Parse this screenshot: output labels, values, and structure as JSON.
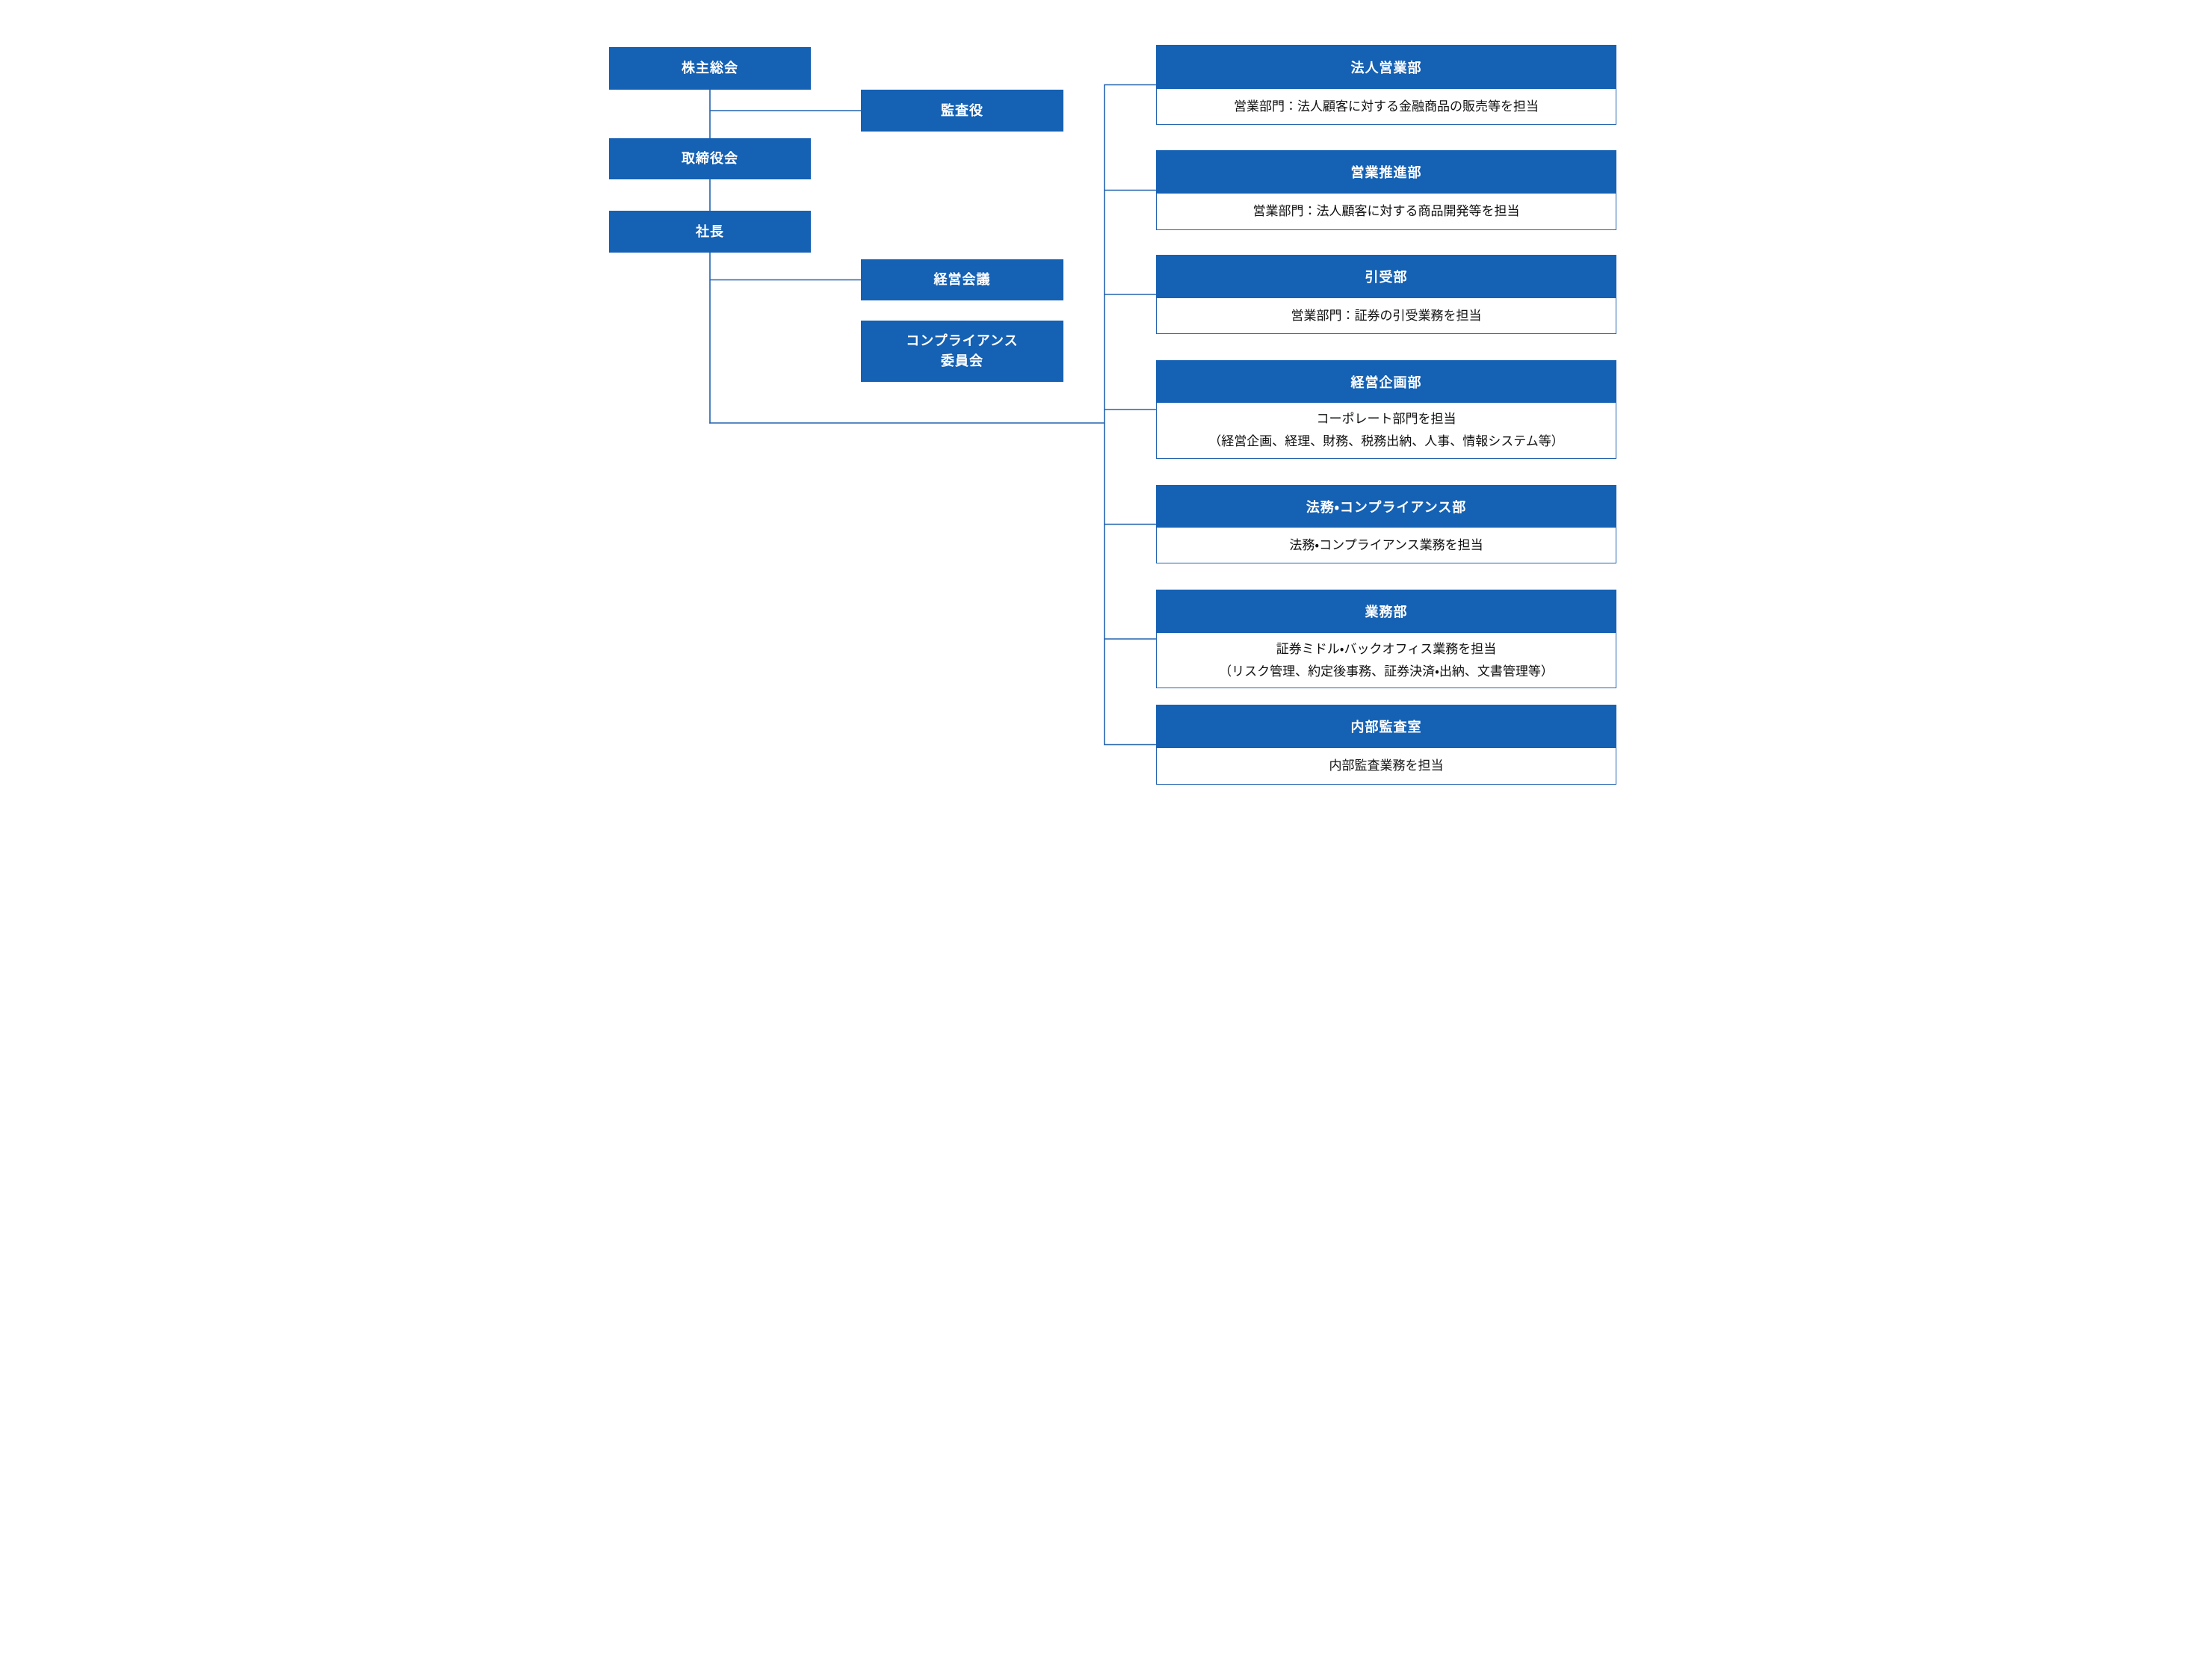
{
  "colors": {
    "box_fill": "#1561b4",
    "line": "#2363ad",
    "header_text": "#ffffff",
    "desc_text": "#111111",
    "background": "#ffffff"
  },
  "governance": {
    "shareholders": {
      "label": "株主総会"
    },
    "auditor": {
      "label": "監査役"
    },
    "board": {
      "label": "取締役会"
    },
    "president": {
      "label": "社長"
    },
    "management_meeting": {
      "label": "経営会議"
    },
    "compliance_committee": {
      "label_line1": "コンプライアンス",
      "label_line2": "委員会"
    }
  },
  "departments": [
    {
      "name": "法人営業部",
      "desc_line1": "営業部門：法人顧客に対する金融商品の販売等を担当"
    },
    {
      "name": "営業推進部",
      "desc_line1": "営業部門：法人顧客に対する商品開発等を担当"
    },
    {
      "name": "引受部",
      "desc_line1": "営業部門：証券の引受業務を担当"
    },
    {
      "name": "経営企画部",
      "desc_line1": "コーポレート部門を担当",
      "desc_line2": "（経営企画、経理、財務、税務出納、人事、情報システム等）"
    },
    {
      "name": "法務・コンプライアンス部",
      "desc_line1": "法務・コンプライアンス業務を担当"
    },
    {
      "name": "業務部",
      "desc_line1": "証券ミドル・バックオフィス業務を担当",
      "desc_line2": "（リスク管理、約定後事務、証券決済・出納、文書管理等）"
    },
    {
      "name": "内部監査室",
      "desc_line1": "内部監査業務を担当"
    }
  ]
}
